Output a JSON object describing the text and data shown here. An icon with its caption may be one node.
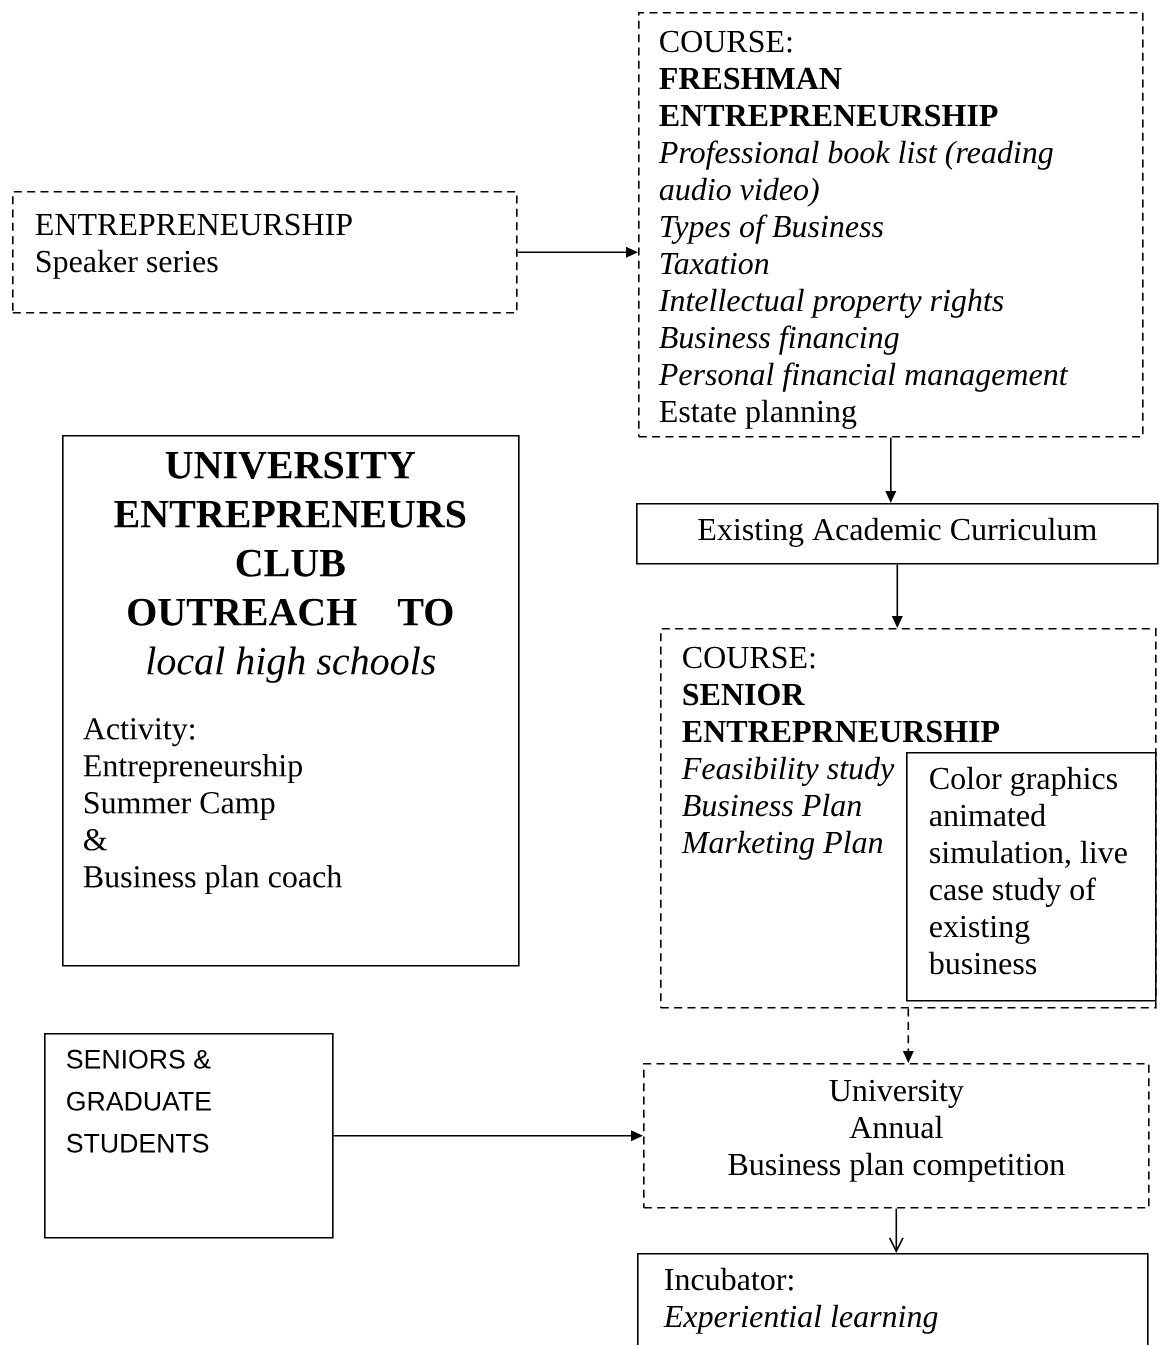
{
  "diagram": {
    "nodes": [
      {
        "text": [
          "COURSE:",
          "FRESHMAN ENTREPRENEURSHIP",
          "Professional book list (reading audio video)",
          "Types of Business",
          "Taxation",
          "Intellectual property rights",
          "Business financing",
          "Personal financial management",
          "Estate planning"
        ]
      },
      {
        "text": [
          "ENTREPRENEURSHIP",
          "Speaker series"
        ]
      },
      {
        "text": [
          "UNIVERSITY ENTREPRENEURS CLUB OUTREACH TO",
          "local high schools",
          "Activity:",
          "Entrepreneurship Summer Camp",
          "&",
          "Business plan coach"
        ]
      },
      {
        "text": [
          "Existing Academic Curriculum"
        ]
      },
      {
        "text": [
          "COURSE:",
          "SENIOR ENTREPRNEURSHIP",
          "Feasibility study",
          "Business Plan",
          "Marketing Plan"
        ]
      },
      {
        "text": [
          "Color graphics animated simulation, live case study of existing business"
        ],
        "in": 4
      },
      {
        "text": [
          "SENIORS & GRADUATE STUDENTS"
        ]
      },
      {
        "text": [
          "University",
          "Annual",
          "Business plan competition"
        ]
      },
      {
        "text": [
          "Incubator:",
          "Experiential learning"
        ]
      }
    ],
    "edges": [
      {
        "from": 1,
        "to": 0,
        "arrow": "to"
      },
      {
        "from": 0,
        "to": 3,
        "arrow": "to"
      },
      {
        "from": 3,
        "to": 4,
        "arrow": "to"
      },
      {
        "from": 4,
        "to": 7,
        "arrow": "to",
        "style": "dashed"
      },
      {
        "from": 6,
        "to": 7,
        "arrow": "to"
      },
      {
        "from": 7,
        "to": 8,
        "arrow": "to"
      }
    ]
  }
}
